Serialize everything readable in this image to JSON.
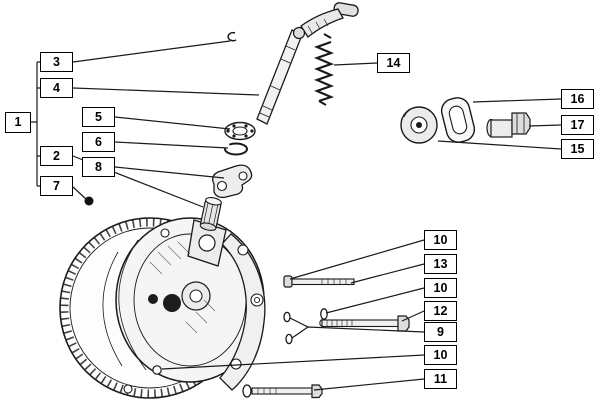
{
  "figure": {
    "background_color": "#ffffff",
    "line_color": "#1a1a1a",
    "callouts": [
      {
        "label": "3"
      },
      {
        "label": "4"
      },
      {
        "label": "1"
      },
      {
        "label": "5"
      },
      {
        "label": "6"
      },
      {
        "label": "2"
      },
      {
        "label": "8"
      },
      {
        "label": "7"
      },
      {
        "label": "14"
      },
      {
        "label": "16"
      },
      {
        "label": "17"
      },
      {
        "label": "15"
      },
      {
        "label": "10"
      },
      {
        "label": "13"
      },
      {
        "label": "10"
      },
      {
        "label": "12"
      },
      {
        "label": "9"
      },
      {
        "label": "10"
      },
      {
        "label": "11"
      }
    ]
  }
}
